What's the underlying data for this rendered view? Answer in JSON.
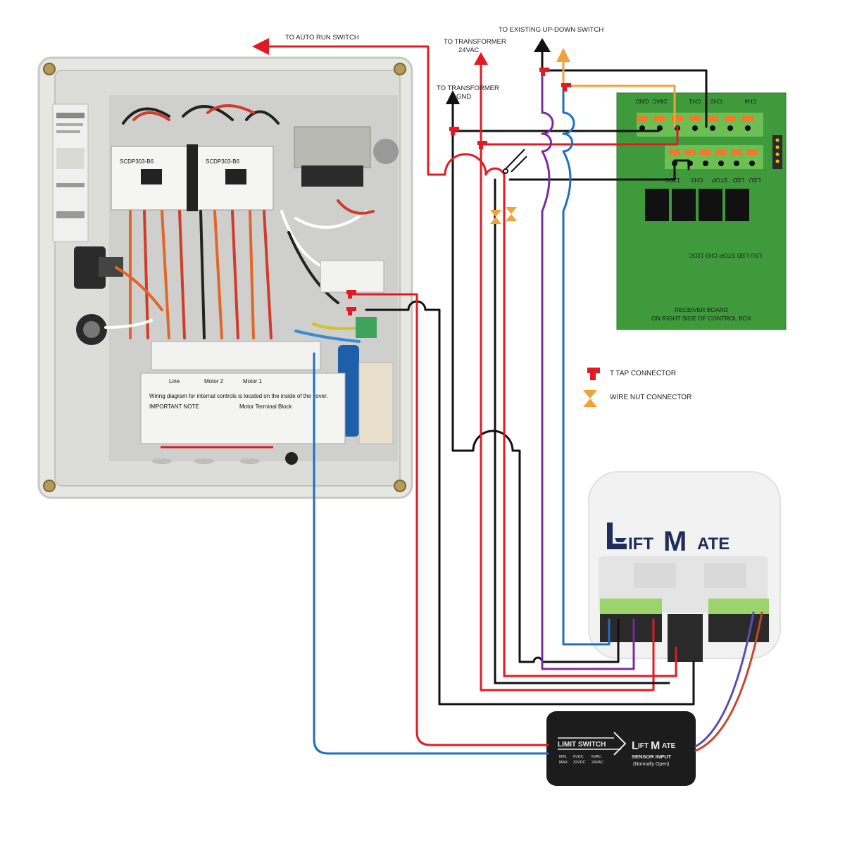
{
  "labels": {
    "auto_run": "TO AUTO RUN SWITCH",
    "transformer_24_line1": "TO TRANSFORMER",
    "transformer_24_line2": "24VAC",
    "transformer_gnd_line1": "TO TRANSFORMER",
    "transformer_gnd_line2": "GND",
    "up_down": "TO EXISTING UP-DOWN SWITCH"
  },
  "receiver_board": {
    "top_terminals": [
      "GND",
      "24AC",
      "CH1",
      "CH2",
      "CH4"
    ],
    "bottom_terminals": [
      "12DC",
      "CH3",
      "STOP",
      "LSD",
      "LSU"
    ],
    "mirrored_label": "LSU LSD STOP CH3 12DC",
    "caption_line1": "RECEIVER BOARD",
    "caption_line2": "ON RIGHT SIDE OF CONTROL BOX"
  },
  "legend": {
    "t_tap": "T TAP CONNECTOR",
    "wire_nut": "WIRE NUT CONNECTOR"
  },
  "control_box": {
    "contactor_model": "SCDP303-B6",
    "terminal_labels": [
      "Line",
      "Motor 2",
      "Motor 1"
    ],
    "notice_lines": [
      "Wiring diagram for internal controls is located on the inside of the cover.",
      "IMPORTANT NOTE",
      "Motor Terminal Block"
    ]
  },
  "liftmate_hub": {
    "brand_first": "L",
    "brand_mid": "IFT",
    "brand_m": "M",
    "brand_rest": "ATE"
  },
  "sensor_module": {
    "label": "LIMIT SWITCH",
    "spec_min": "MIN.",
    "spec_max": "MAX.",
    "spec_6vdc": "6VDC",
    "spec_32vdc": "32VDC",
    "spec_6vac": "6VAC",
    "spec_24vac": "24VAC",
    "brand_first": "L",
    "brand_mid": "IFT",
    "brand_m": "M",
    "brand_rest": "ATE",
    "line1": "SENSOR INPUT",
    "line2": "(Normally Open)"
  },
  "colors": {
    "red": "#e21b23",
    "black": "#111111",
    "purple": "#7b2ba0",
    "blue": "#1f6fc0",
    "orange": "#f0a23a",
    "board_green": "#3e9a3b",
    "navy": "#1f2d5a"
  }
}
